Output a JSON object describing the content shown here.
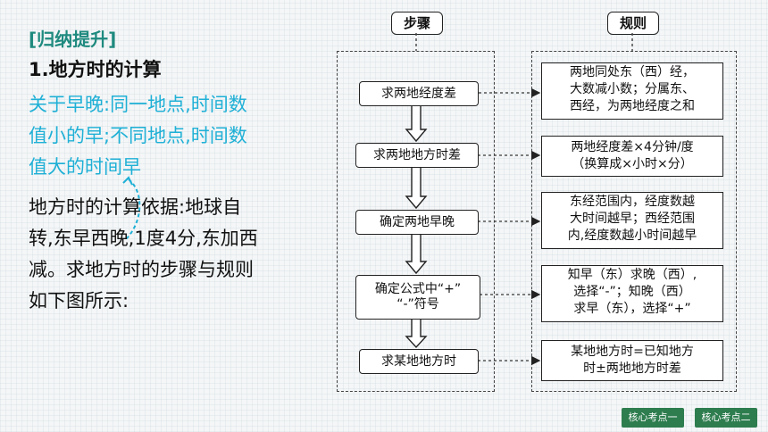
{
  "heading": "[归纳提升]",
  "title": "1.地方时的计算",
  "note_lines": [
    "关于早晚:同一地点,时间数",
    "值小的早;不同地点,时间数",
    "值大的时间早"
  ],
  "body_lines": [
    "地方时的计算依据:地球自",
    "转,东早西晚,1度4分,东加西",
    "减。求地方时的步骤与规则",
    "如下图所示:"
  ],
  "diagram": {
    "steps_header": "步骤",
    "rules_header": "规则",
    "steps": [
      {
        "lines": [
          "求两地经度差"
        ]
      },
      {
        "lines": [
          "求两地地方时差"
        ]
      },
      {
        "lines": [
          "确定两地早晚"
        ]
      },
      {
        "lines": [
          "确定公式中“+”",
          "“-”符号"
        ]
      },
      {
        "lines": [
          "求某地地方时"
        ]
      }
    ],
    "rules": [
      {
        "lines": [
          "两地同处东（西）经，",
          "大数减小数；分属东、",
          "西经，为两地经度之和"
        ]
      },
      {
        "lines": [
          "两地经度差×4分钟/度",
          "（换算成×小时×分）"
        ]
      },
      {
        "lines": [
          "东经范围内，经度数越",
          "大时间越早；西经范围",
          "内,经度数越小时间越早"
        ]
      },
      {
        "lines": [
          "知早（东）求晚（西）,",
          "选择“-”；知晚（西）",
          "求早（东），选择“+”"
        ]
      },
      {
        "lines": [
          "某地地方时=已知地方",
          "时±两地地方时差"
        ]
      }
    ]
  },
  "footer": {
    "btn1": "核心考点一",
    "btn2": "核心考点二"
  },
  "colors": {
    "accent": "#1f8a7f",
    "note": "#1fb0d6",
    "footer": "#2e7d4f"
  }
}
